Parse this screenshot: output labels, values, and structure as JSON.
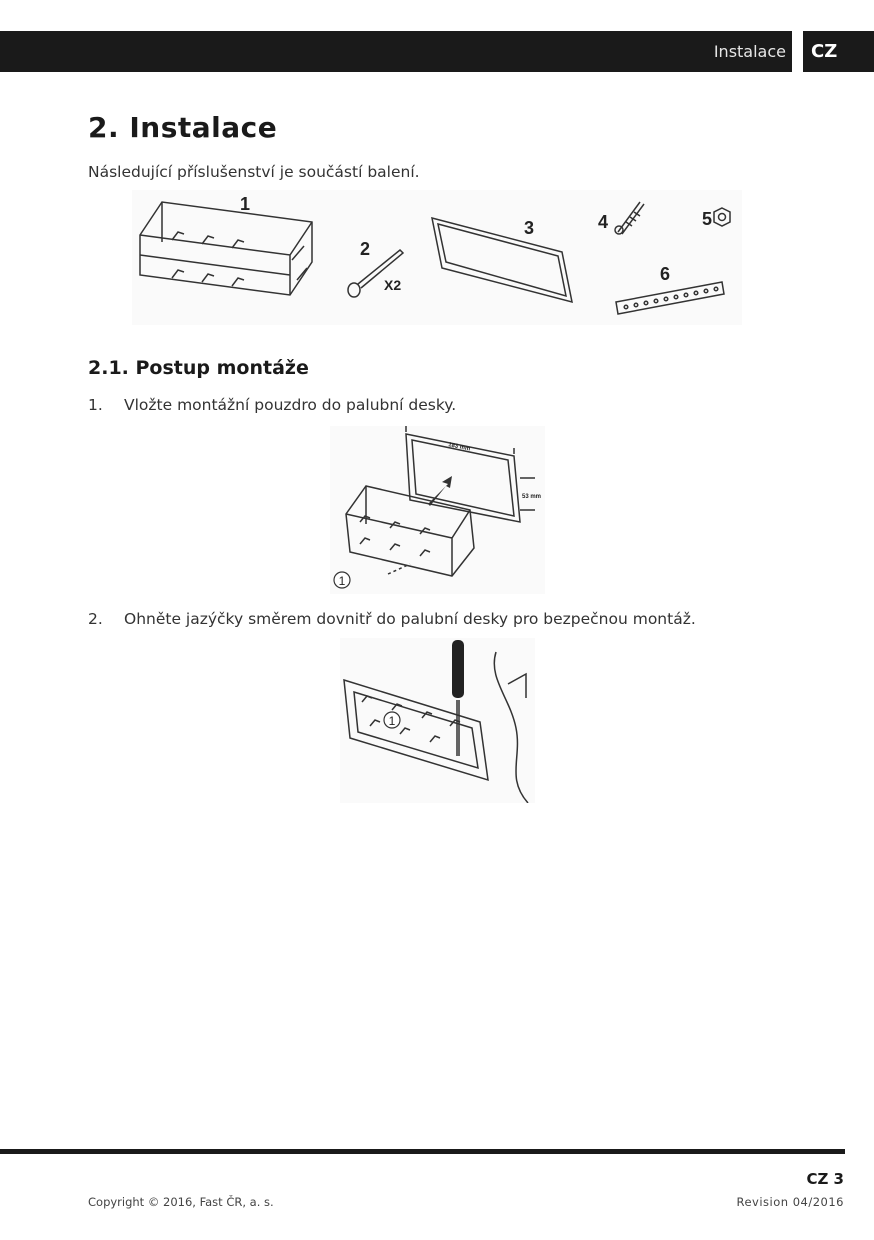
{
  "header": {
    "section": "Instalace",
    "lang": "CZ"
  },
  "title": "2. Instalace",
  "intro": "Následující příslušenství je součástí balení.",
  "accessories": {
    "labels": [
      "1",
      "2",
      "3",
      "4",
      "5",
      "6"
    ],
    "quantity": "X2"
  },
  "subsection": {
    "title": "2.1. Postup montáže"
  },
  "steps": [
    {
      "num": "1.",
      "text": "Vložte montážní pouzdro do palubní desky."
    },
    {
      "num": "2.",
      "text": "Ohněte jazýčky směrem dovnitř do palubní desky pro bezpečnou montáž."
    }
  ],
  "fig2": {
    "callout": "1",
    "dim_width": "183 mm",
    "dim_height": "53 mm"
  },
  "fig3": {
    "callout": "1"
  },
  "footer": {
    "page": "CZ 3",
    "copyright": "Copyright © 2016, Fast ČR, a. s.",
    "revision": "Revision 04/2016"
  }
}
